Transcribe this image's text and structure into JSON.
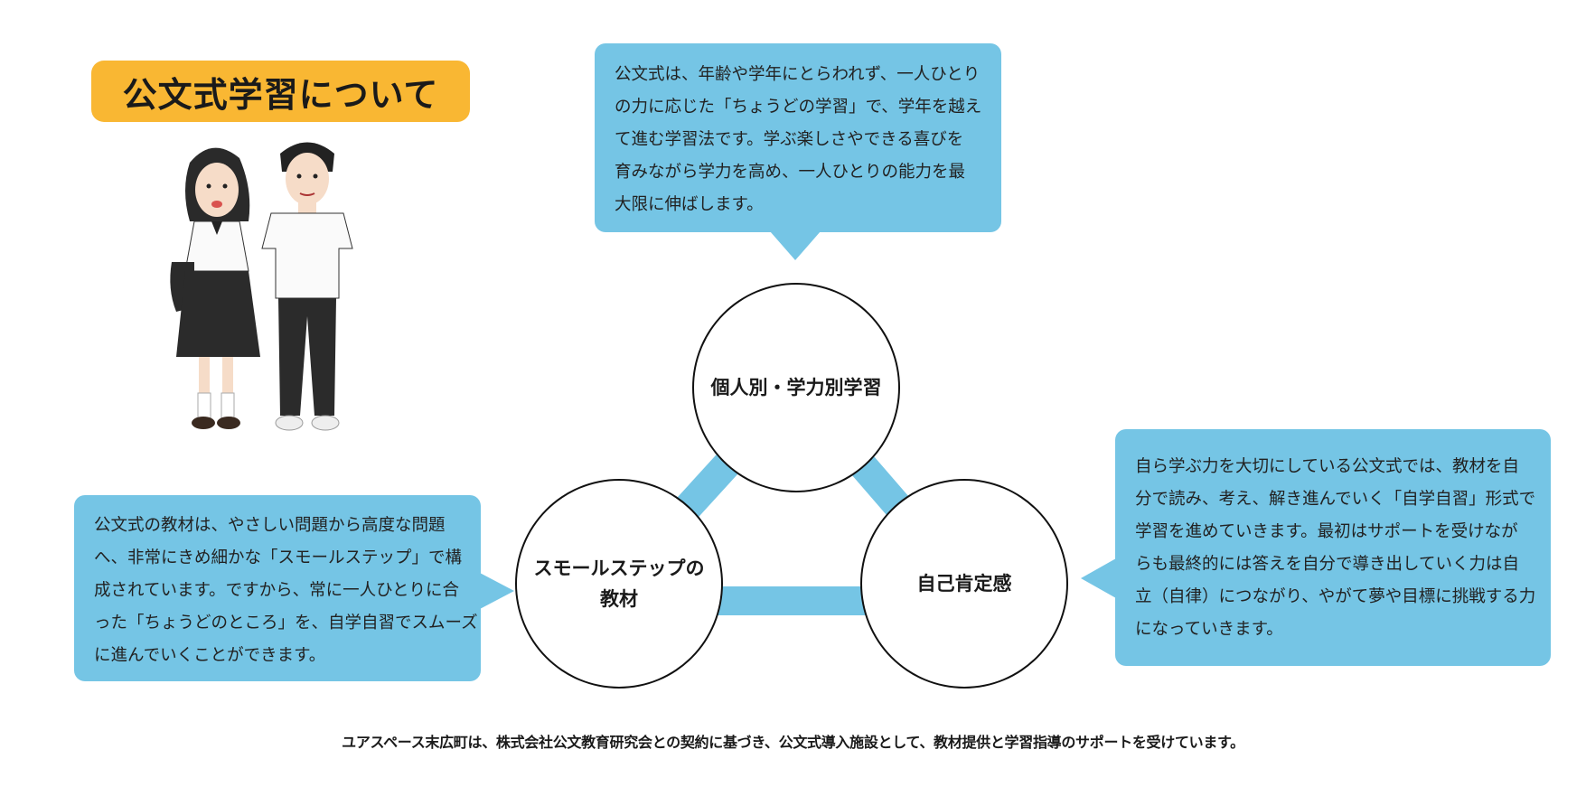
{
  "title": "公文式学習について",
  "colors": {
    "accent_orange": "#F9B733",
    "bubble_blue": "#75C5E5",
    "connector_blue": "#75C5E5"
  },
  "bubbles": {
    "top": {
      "lines": [
        "公文式は、年齢や学年にとらわれず、一人ひとり",
        "の力に応じた「ちょうどの学習」で、学年を越え",
        "て進む学習法です。学ぶ楽しさやできる喜びを",
        "育みながら学力を高め、一人ひとりの能力を最",
        "大限に伸ばします。"
      ]
    },
    "left": {
      "lines": [
        "公文式の教材は、やさしい問題から高度な問題",
        "へ、非常にきめ細かな「スモールステップ」で構",
        "成されています。ですから、常に一人ひとりに合",
        "った「ちょうどのところ」を、自学自習でスムーズ",
        "に進んでいくことができます。"
      ]
    },
    "right": {
      "lines": [
        "自ら学ぶ力を大切にしている公文式では、教材を自",
        "分で読み、考え、解き進んでいく「自学自習」形式で",
        "学習を進めていきます。最初はサポートを受けなが",
        "らも最終的には答えを自分で導き出していく力は自",
        "立（自律）につながり、やがて夢や目標に挑戦する力",
        "になっていきます。"
      ]
    }
  },
  "circles": {
    "top": {
      "lines": [
        "個人別・学力別学習"
      ]
    },
    "left": {
      "lines": [
        "スモールステップの",
        "教材"
      ]
    },
    "right": {
      "lines": [
        "自己肯定感"
      ]
    }
  },
  "footer": "ユアスペース末広町は、株式会社公文教育研究会との契約に基づき、公文式導入施設として、教材提供と学習指導のサポートを受けています。"
}
